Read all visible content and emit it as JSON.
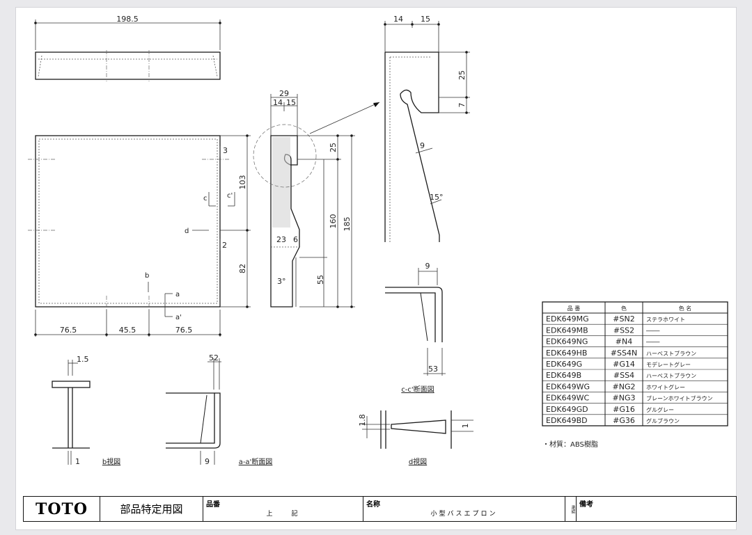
{
  "dimensions": {
    "top_width": "198.5",
    "side_thickness": [
      "29",
      "14",
      "15"
    ],
    "side_height_25": "25",
    "side_160": "160",
    "side_185": "185",
    "side_23": "23",
    "side_6": "6",
    "side_55": "55",
    "side_angle": "3°",
    "front_103": "103",
    "front_82": "82",
    "front_3": "3",
    "front_2": "2",
    "bottom": [
      "76.5",
      "45.5",
      "76.5"
    ],
    "detail_top": [
      "14",
      "15"
    ],
    "detail_25": "25",
    "detail_7": "7",
    "detail_9": "9",
    "detail_angle": "15°",
    "cc_9": "9",
    "cc_53": "53",
    "b_15": "1.5",
    "b_1": "1",
    "aa_52": "52",
    "aa_9": "9",
    "d_18": "1.8",
    "d_1": "1"
  },
  "section_marks": {
    "c": "c",
    "c_prime": "c'",
    "d": "d",
    "b": "b",
    "a": "a",
    "a_prime": "a'"
  },
  "view_labels": {
    "b_view": "b視図",
    "aa_section": "a-a'断面図",
    "cc_section": "c-c'断面図",
    "d_view": "d視図"
  },
  "color_table": {
    "headers": [
      "品 番",
      "色",
      "色 名"
    ],
    "rows": [
      [
        "EDK649MG",
        "#SN2",
        "ステラホワイト"
      ],
      [
        "EDK649MB",
        "#SS2",
        "────"
      ],
      [
        "EDK649NG",
        "#N4",
        "────"
      ],
      [
        "EDK649HB",
        "#SS4N",
        "ハーベストブラウン"
      ],
      [
        "EDK649G",
        "#G14",
        "モデレートグレー"
      ],
      [
        "EDK649B",
        "#SS4",
        "ハーベストブラウン"
      ],
      [
        "EDK649WG",
        "#NG2",
        "ホワイトグレー"
      ],
      [
        "EDK649WC",
        "#NG3",
        "ブレーンホワイトブラウン"
      ],
      [
        "EDK649GD",
        "#G16",
        "グルグレー"
      ],
      [
        "EDK649BD",
        "#G36",
        "グルブラウン"
      ]
    ]
  },
  "material_note": "・材質：ABS樹脂",
  "title_block": {
    "brand": "TOTO",
    "title": "部品特定用図",
    "part_no_label": "品番",
    "part_no_value": "上　　記",
    "name_label": "名称",
    "name_value": "小型バスエプロン",
    "stamp": "承認",
    "remarks_label": "備考"
  }
}
